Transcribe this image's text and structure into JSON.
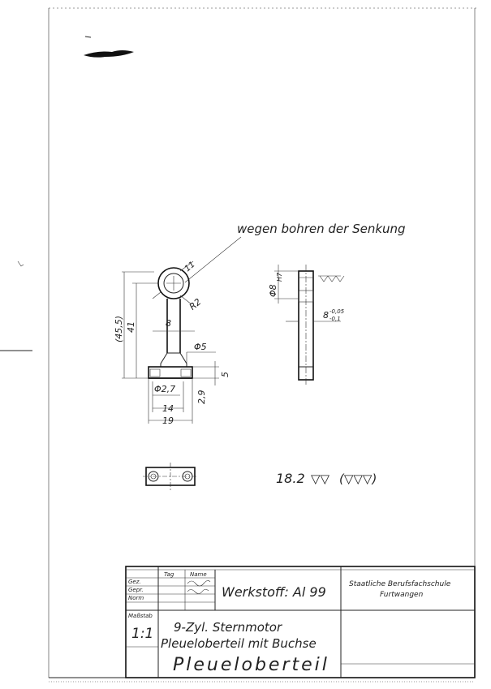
{
  "note": "wegen bohren der Senkung",
  "dims": {
    "d11": "11",
    "r2": "R2",
    "l455": "(45,5)",
    "l41": "41",
    "w8": "8",
    "phi5": "Φ5",
    "h5": "5",
    "phi27": "Φ2,7",
    "h29": "2,9",
    "w14": "14",
    "w19": "19",
    "phi8": "Φ8",
    "h7": "H7",
    "t8": "8",
    "tol_upper": "-0,05",
    "tol_lower": "-0,1"
  },
  "surface": {
    "value": "18.2",
    "marks": "▽▽",
    "marks_bracket": "(▽▽▽)"
  },
  "title_block": {
    "col_tag": "Tag",
    "col_name": "Name",
    "row_gez": "Gez.",
    "row_gepr": "Gepr.",
    "row_norm": "Norm",
    "massstab_label": "Maßstab",
    "scale": "1:1",
    "material": "Werkstoff: Al 99",
    "school_line1": "Staatliche Berufsfachschule",
    "school_line2": "Furtwangen",
    "project": "9-Zyl. Sternmotor",
    "assembly": "Pleueloberteil mit Buchse",
    "part": "Pleueloberteil"
  }
}
